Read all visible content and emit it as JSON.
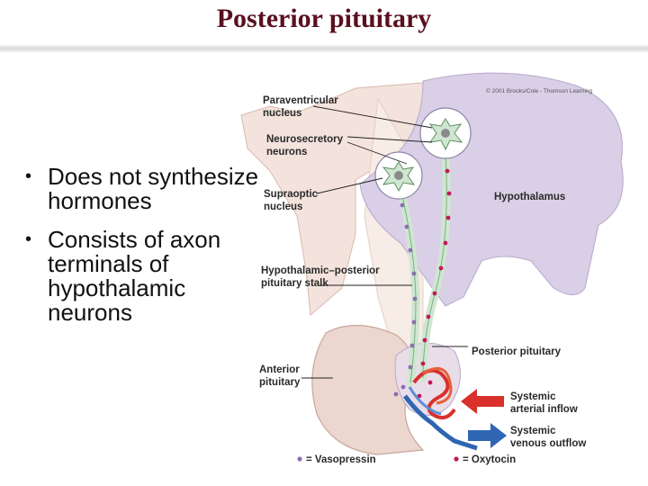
{
  "slide": {
    "title": "Posterior pituitary",
    "bullets": [
      [
        "Does not synthesize",
        "hormones"
      ],
      [
        "Consists of axon",
        "terminals of",
        "hypothalamic",
        "neurons"
      ]
    ]
  },
  "figure": {
    "copyright": "© 2001 Brooks/Cole - Thomson Learning",
    "labels": {
      "paraventricular_1": "Paraventricular",
      "paraventricular_2": "nucleus",
      "neurosecretory_1": "Neurosecretory",
      "neurosecretory_2": "neurons",
      "supraoptic_1": "Supraoptic",
      "supraoptic_2": "nucleus",
      "hypothalamus": "Hypothalamus",
      "stalk_1": "Hypothalamic–posterior",
      "stalk_2": "pituitary stalk",
      "posterior_pituitary": "Posterior pituitary",
      "anterior_1": "Anterior",
      "anterior_2": "pituitary",
      "arterial_1": "Systemic",
      "arterial_2": "arterial inflow",
      "venous_1": "Systemic",
      "venous_2": "venous outflow"
    },
    "legend": {
      "vasopressin": "= Vasopressin",
      "oxytocin": "= Oxytocin",
      "vasopressin_color": "#8a6fb0",
      "oxytocin_color": "#c2185b"
    },
    "colors": {
      "hypothalamus": "#d9cfe6",
      "tissue": "#f3e3dc",
      "anterior": "#ecd6d0",
      "axon": "#cfe6d0",
      "artery": "#d9302b",
      "vein": "#2f66b3"
    }
  }
}
